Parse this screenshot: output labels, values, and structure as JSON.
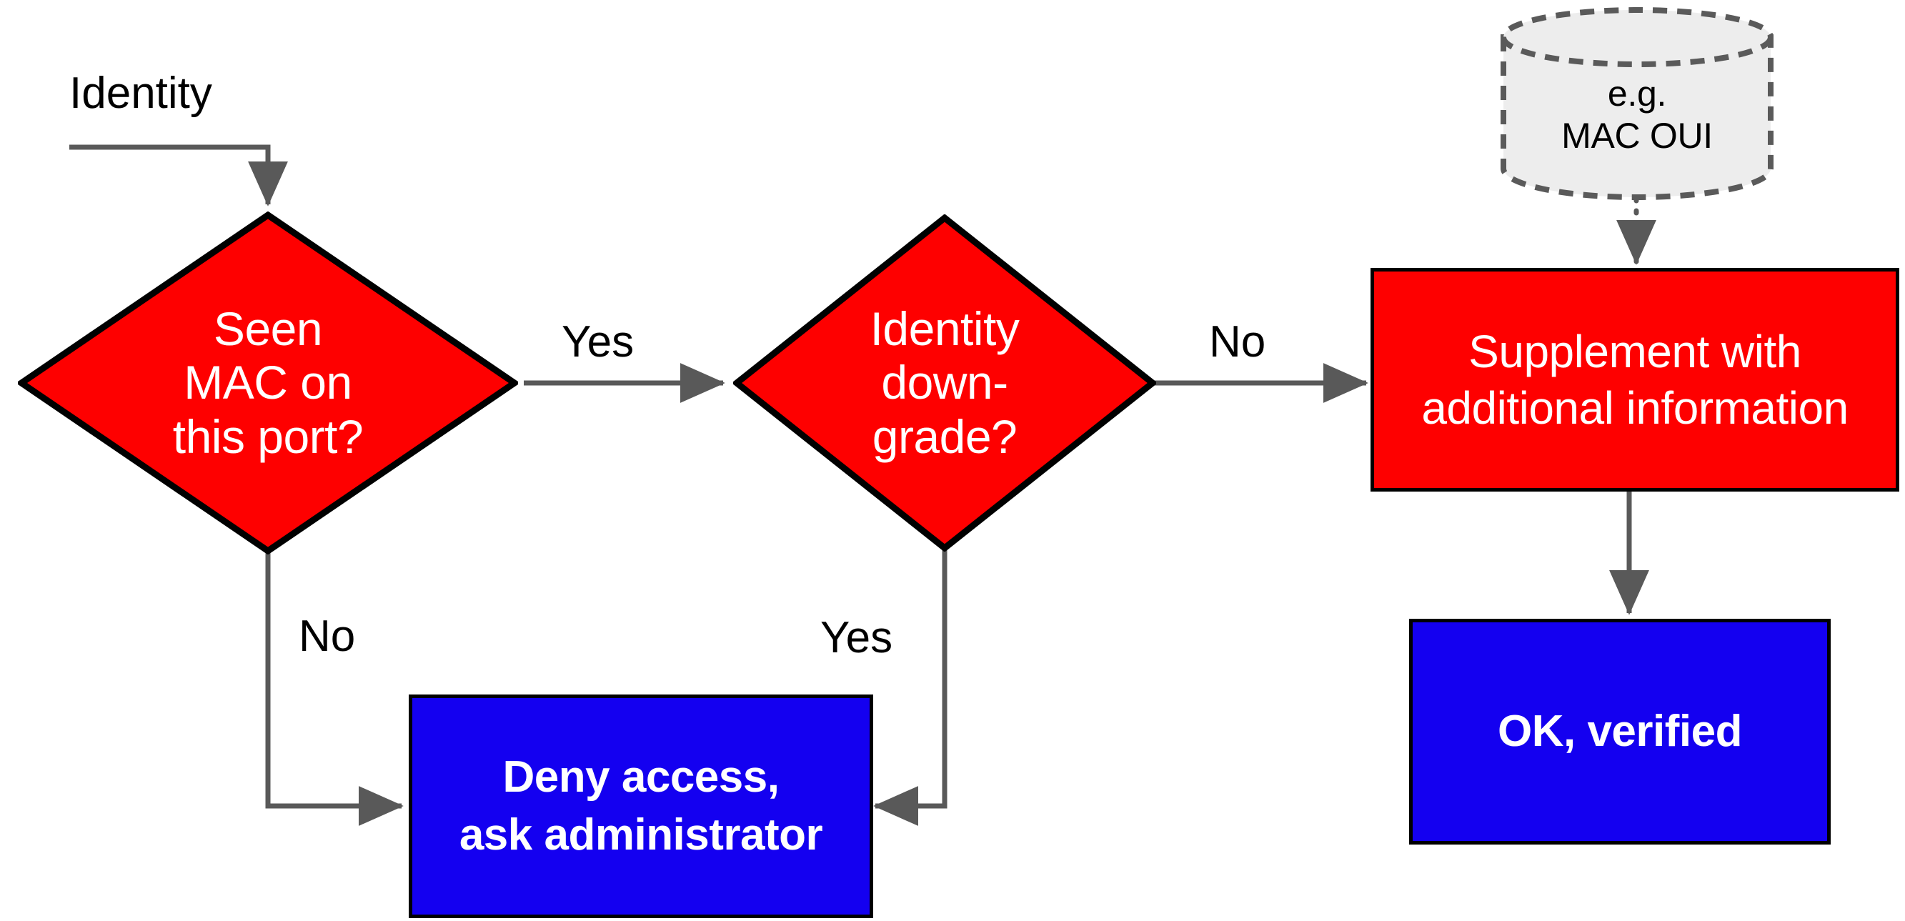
{
  "diagram": {
    "title_label": "Identity",
    "colors": {
      "decision_fill": "#FE0000",
      "process_fill": "#FE0000",
      "terminal_fill": "#1400F0",
      "datastore_fill": "#EDEDED",
      "datastore_stroke": "#5A5A5A",
      "edge_stroke": "#595959",
      "shape_stroke": "#000000",
      "shape_text": "#FFFFFF",
      "plain_text": "#000000",
      "background": "#FFFFFF"
    },
    "nodes": {
      "entry_label": "Identity",
      "decision_seen_mac": "Seen\nMAC on\nthis port?",
      "decision_identity_downgrade": "Identity\ndown-\ngrade?",
      "process_supplement": "Supplement with\nadditional information",
      "datastore_mac_oui": "e.g.\nMAC OUI",
      "terminal_deny": "Deny access,\nask administrator",
      "terminal_ok": "OK, verified"
    },
    "edge_labels": {
      "seen_mac_yes": "Yes",
      "seen_mac_no": "No",
      "downgrade_no": "No",
      "downgrade_yes": "Yes"
    },
    "flow": [
      {
        "from": "entry_label",
        "to": "decision_seen_mac",
        "label": ""
      },
      {
        "from": "decision_seen_mac",
        "to": "decision_identity_downgrade",
        "label": "Yes"
      },
      {
        "from": "decision_seen_mac",
        "to": "terminal_deny",
        "label": "No"
      },
      {
        "from": "decision_identity_downgrade",
        "to": "process_supplement",
        "label": "No"
      },
      {
        "from": "decision_identity_downgrade",
        "to": "terminal_deny",
        "label": "Yes"
      },
      {
        "from": "datastore_mac_oui",
        "to": "process_supplement",
        "label": "",
        "style": "dotted"
      },
      {
        "from": "process_supplement",
        "to": "terminal_ok",
        "label": ""
      }
    ]
  }
}
